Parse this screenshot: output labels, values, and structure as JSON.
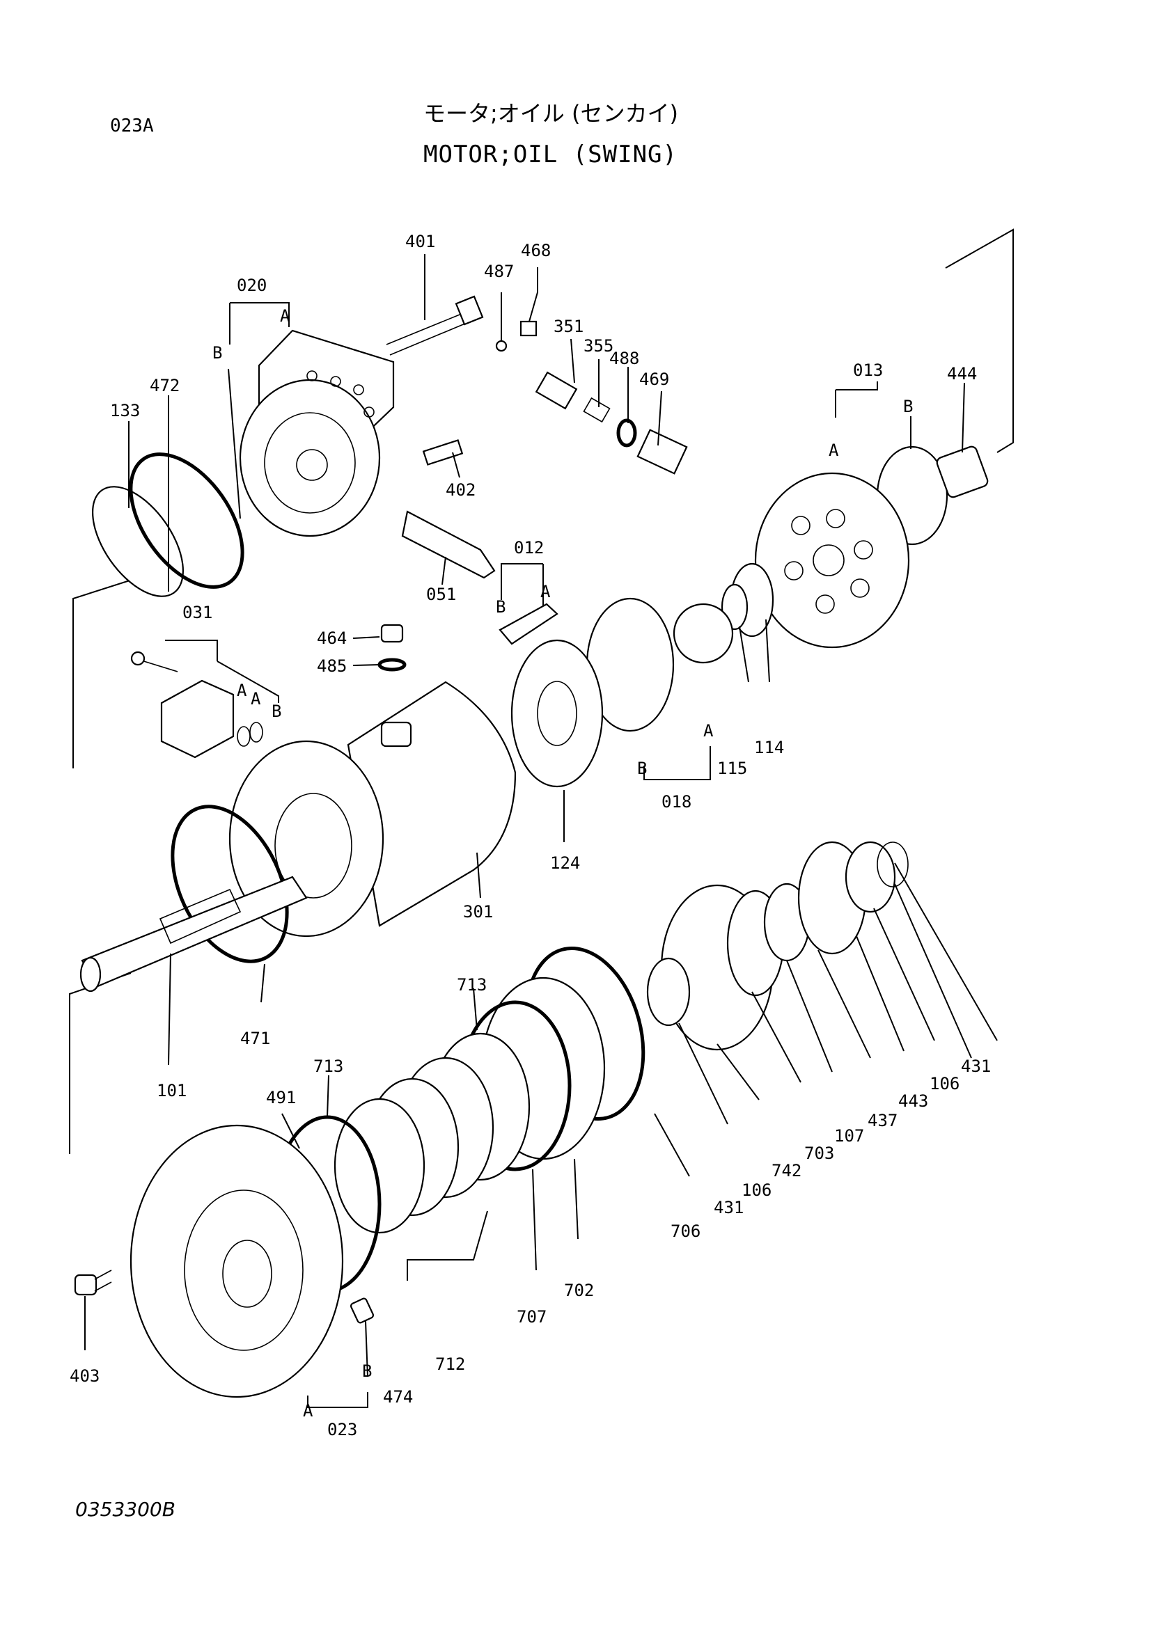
{
  "header": {
    "page_code": "023A",
    "title_kana": "モータ;オイル (センカイ)",
    "title_en": "MOTOR;OIL (SWING)"
  },
  "footer": {
    "drawing_number": "0353300B"
  },
  "callouts": {
    "c401": "401",
    "c487": "487",
    "c468": "468",
    "c020": "020",
    "c020A": "A",
    "c020B": "B",
    "c472": "472",
    "c133": "133",
    "c351": "351",
    "c355": "355",
    "c488": "488",
    "c469": "469",
    "c013": "013",
    "c013A": "A",
    "c013B": "B",
    "c444": "444",
    "c402": "402",
    "c051": "051",
    "c012": "012",
    "c012A": "A",
    "c012B": "B",
    "c031": "031",
    "c031A1": "A",
    "c031A2": "A",
    "c031B": "B",
    "c464": "464",
    "c485": "485",
    "c124": "124",
    "c301": "301",
    "c018": "018",
    "c018A": "A",
    "c018B": "B",
    "c115": "115",
    "c114": "114",
    "c101": "101",
    "c471": "471",
    "c713a": "713",
    "c713b": "713",
    "c491": "491",
    "c712": "712",
    "c707": "707",
    "c702": "702",
    "c706": "706",
    "c431a": "431",
    "c106a": "106",
    "c742": "742",
    "c703": "703",
    "c107": "107",
    "c437": "437",
    "c443": "443",
    "c106b": "106",
    "c431b": "431",
    "c403": "403",
    "c474": "474",
    "c023": "023",
    "c023A": "A",
    "c023B": "B"
  }
}
